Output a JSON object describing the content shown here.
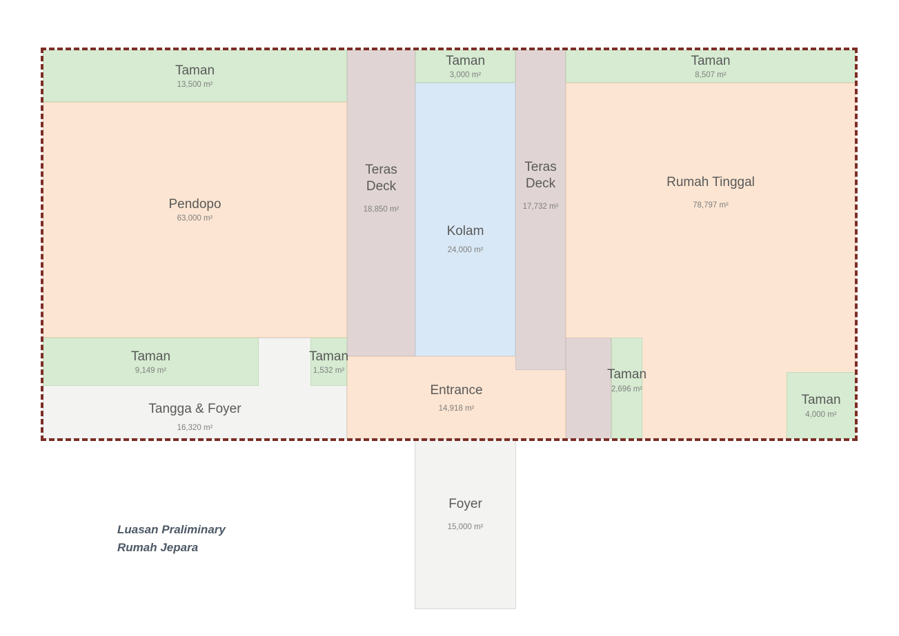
{
  "title": {
    "line1": "Luasan Praliminary",
    "line2": "Rumah Jepara"
  },
  "regions": {
    "taman_top_left": {
      "name": "Taman",
      "area": "13,500 m²"
    },
    "pendopo": {
      "name": "Pendopo",
      "area": "63,000 m²"
    },
    "teras_deck_left": {
      "name_line1": "Teras",
      "name_line2": "Deck",
      "area": "18,850 m²"
    },
    "taman_top_mid": {
      "name": "Taman",
      "area": "3,000 m²"
    },
    "kolam": {
      "name": "Kolam",
      "area": "24,000 m²"
    },
    "teras_deck_right": {
      "name_line1": "Teras",
      "name_line2": "Deck",
      "area": "17,732 m²"
    },
    "taman_top_right": {
      "name": "Taman",
      "area": "8,507 m²"
    },
    "rumah_tinggal": {
      "name": "Rumah Tinggal",
      "area": "78,797 m²"
    },
    "taman_left": {
      "name": "Taman",
      "area": "9,149 m²"
    },
    "taman_small": {
      "name": "Taman",
      "area": "1,532 m²"
    },
    "tangga_foyer": {
      "name": "Tangga & Foyer",
      "area": "16,320 m²"
    },
    "entrance": {
      "name": "Entrance",
      "area": "14,918 m²"
    },
    "taman_mid_right": {
      "name": "Taman",
      "area": "2,696 m²"
    },
    "taman_bottom_right": {
      "name": "Taman",
      "area": "4,000 m²"
    },
    "foyer": {
      "name": "Foyer",
      "area": "15,000 m²"
    }
  },
  "colors": {
    "garden": "#d6ebd1",
    "building": "#fce5d2",
    "deck": "#e0d5d4",
    "pool": "#d9e8f6",
    "circulation": "#f3f3f2",
    "boundary": "#7b2d26",
    "label_text": "#595959",
    "area_text": "#7f7f7f",
    "title_text": "#4d5966"
  }
}
